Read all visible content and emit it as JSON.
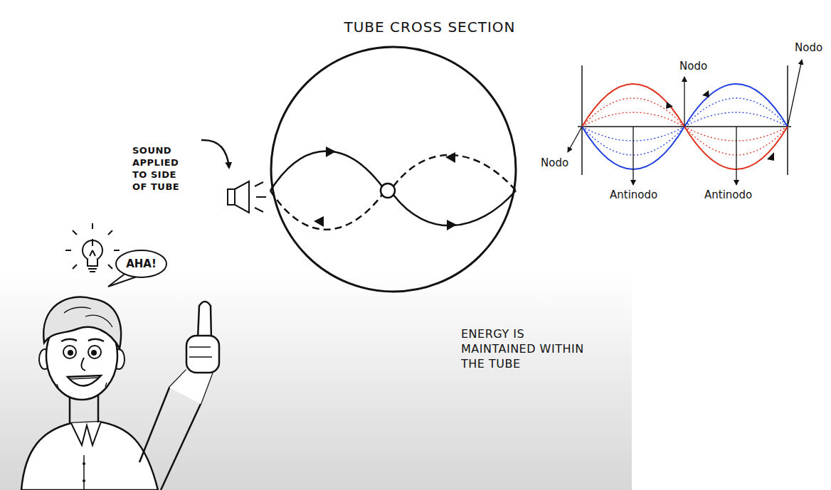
{
  "diagram": {
    "title": "TUBE CROSS SECTION",
    "nodes": [
      {
        "text": [
          "AHA!"
        ]
      }
    ],
    "labels": [
      "SOUND APPLIED TO SIDE OF TUBE",
      "Nodo",
      "Nodo",
      "Nodo",
      "Antinodo",
      "Antinodo",
      "ENERGY IS MAINTAINED WITHIN THE TUBE"
    ]
  }
}
